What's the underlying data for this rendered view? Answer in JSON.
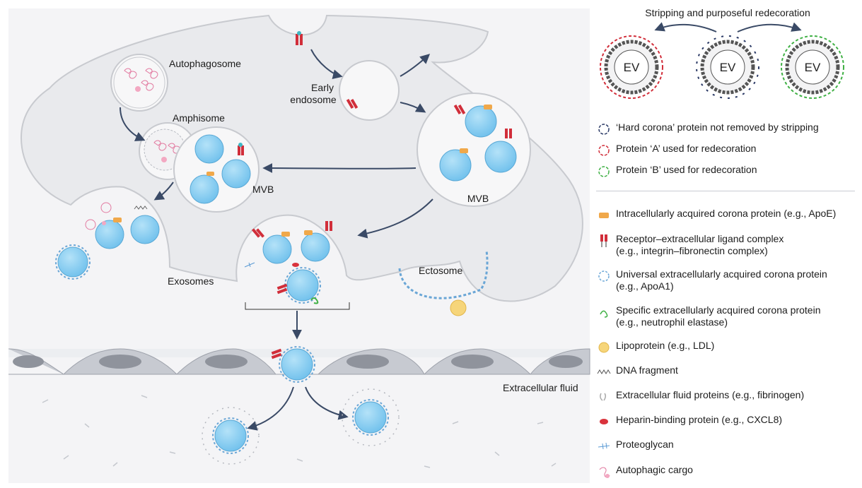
{
  "diagram": {
    "labels": {
      "autophagosome": "Autophagosome",
      "early_endosome_line1": "Early",
      "early_endosome_line2": "endosome",
      "amphisome": "Amphisome",
      "mvb_left": "MVB",
      "mvb_right": "MVB",
      "exosomes": "Exosomes",
      "ectosome": "Ectosome",
      "extracellular_fluid": "Extracellular fluid"
    },
    "ev_label": "EV",
    "colors": {
      "cell": "#e9eaed",
      "cell_border": "#c8cacf",
      "vesicle": "#7fc9ef",
      "vesicle_edge": "#5aa9d6",
      "arrow": "#3a4a66",
      "hard_corona": "#2b3a66",
      "protein_a": "#d12e3a",
      "protein_b": "#3fb044",
      "apoe": "#f0a84a",
      "lipoprotein": "#f6d57a",
      "heparin": "#d9333c",
      "autophagic": "#e27aa0",
      "tissue_cell": "#8f939c"
    }
  },
  "legend": {
    "title": "Stripping and purposeful redecoration",
    "items_top": [
      {
        "icon": "hard-corona-icon",
        "text": "‘Hard corona’ protein not removed by stripping"
      },
      {
        "icon": "protein-a-icon",
        "text": "Protein ‘A’ used for redecoration"
      },
      {
        "icon": "protein-b-icon",
        "text": "Protein ‘B’ used for redecoration"
      }
    ],
    "items_bottom": [
      {
        "icon": "apoe-icon",
        "line1": "Intracellularly acquired corona protein (e.g., ApoE)",
        "line2": ""
      },
      {
        "icon": "receptor-icon",
        "line1": "Receptor–extracellular ligand complex",
        "line2": "(e.g., integrin–fibronectin complex)"
      },
      {
        "icon": "universal-corona-icon",
        "line1": "Universal extracellularly acquired corona protein",
        "line2": "(e.g., ApoA1)"
      },
      {
        "icon": "specific-corona-icon",
        "line1": "Specific extracellularly acquired corona protein",
        "line2": "(e.g., neutrophil elastase)"
      },
      {
        "icon": "lipoprotein-icon",
        "line1": "Lipoprotein (e.g., LDL)",
        "line2": ""
      },
      {
        "icon": "dna-fragment-icon",
        "line1": "DNA fragment",
        "line2": ""
      },
      {
        "icon": "fluid-protein-icon",
        "line1": "Extracellular fluid proteins (e.g., fibrinogen)",
        "line2": ""
      },
      {
        "icon": "heparin-icon",
        "line1": "Heparin-binding protein (e.g., CXCL8)",
        "line2": ""
      },
      {
        "icon": "proteoglycan-icon",
        "line1": "Proteoglycan",
        "line2": ""
      },
      {
        "icon": "autophagic-cargo-icon",
        "line1": "Autophagic cargo",
        "line2": ""
      }
    ]
  }
}
